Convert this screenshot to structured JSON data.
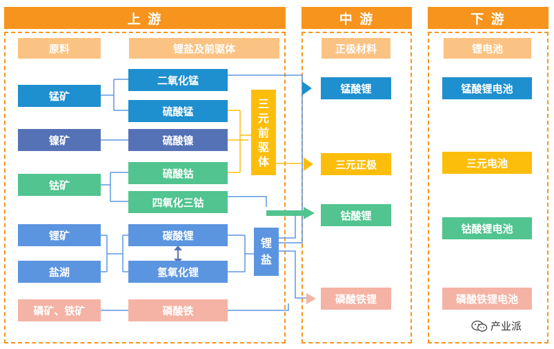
{
  "headers": {
    "upstream": "上 游",
    "midstream": "中 游",
    "downstream": "下 游"
  },
  "upstream": {
    "col1_title": "原料",
    "col2_title": "锂盐及前驱体",
    "raw": [
      "锰矿",
      "镍矿",
      "钴矿",
      "锂矿",
      "盐湖",
      "磷矿、铁矿"
    ],
    "salts": [
      "二氧化锰",
      "硫酸锰",
      "硫酸镍",
      "硫酸钴",
      "四氧化三钴",
      "碳酸锂",
      "氢氧化锂",
      "磷酸铁"
    ],
    "ternary_precursor": [
      "三",
      "元",
      "前",
      "驱",
      "体"
    ],
    "lithium_salt": [
      "锂",
      "盐"
    ]
  },
  "midstream": {
    "title": "正极材料",
    "items": [
      "锰酸锂",
      "三元正极",
      "钴酸锂",
      "磷酸铁锂"
    ]
  },
  "downstream": {
    "title": "锂电池",
    "items": [
      "锰酸锂电池",
      "三元电池",
      "钴酸锂电池",
      "磷酸铁锂电池"
    ]
  },
  "watermark": {
    "icon": "wechat-icon",
    "text": "产业派"
  },
  "colors": {
    "orange": "#f7941d",
    "blue": "#1e8fcf",
    "purple": "#5672b6",
    "green": "#51c48f",
    "light_blue": "#5b95e0",
    "pink": "#f4b3a4",
    "yellow": "#fdbe0b"
  }
}
